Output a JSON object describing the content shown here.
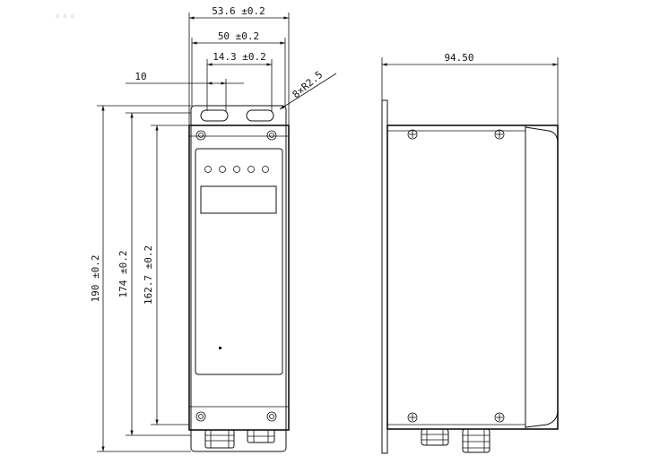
{
  "drawing": {
    "watermark": "...",
    "dimensions": {
      "width_outer": "53.6 ±0.2",
      "width_slot_pitch": "50 ±0.2",
      "slot_width": "14.3 ±0.2",
      "slot_offset": "10",
      "slot_radius": "8×R2.5",
      "height_total": "190 ±0.2",
      "height_body": "174 ±0.2",
      "height_inner": "162.7 ±0.2",
      "depth": "94.50"
    }
  }
}
